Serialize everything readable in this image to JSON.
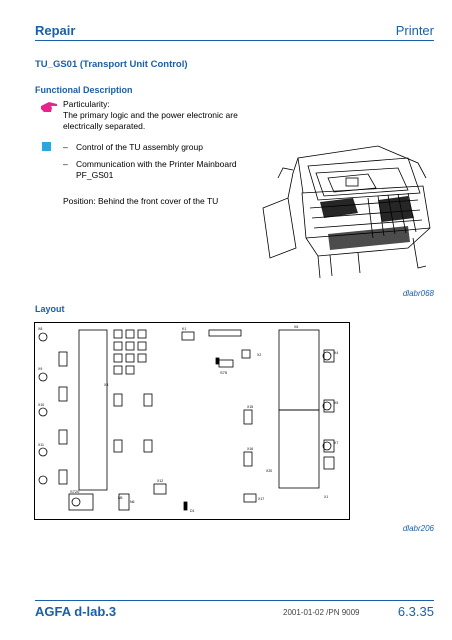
{
  "header": {
    "left": "Repair",
    "right": "Printer"
  },
  "title": "TU_GS01 (Transport Unit Control)",
  "functional_description": {
    "heading": "Functional Description",
    "particularity_label": "Particularity:",
    "particularity_text_1": "The primary logic and the power electronic are",
    "particularity_text_2": "electrically separated."
  },
  "bullets": {
    "item1": "Control of the TU assembly group",
    "item2_line1": "Communication with the Printer Mainboard",
    "item2_line2": "PF_GS01",
    "dash": "–"
  },
  "position_text": "Position: Behind the front cover of the TU",
  "photo_caption": "dlabr068",
  "layout_heading": "Layout",
  "layout_caption": "dlabr206",
  "board_labels": {
    "x8": "X8",
    "x9": "X9",
    "x10": "X10",
    "x11": "X11",
    "x3": "X3",
    "x15": "X15",
    "x16": "X16",
    "x17": "X17",
    "x6": "X6",
    "x4": "X4",
    "x5": "X5",
    "x7": "X7",
    "x1": "X1",
    "x2": "X2",
    "x20": "X20",
    "x12": "X12",
    "s720": "S720",
    "k1": "K1",
    "d1": "D1",
    "n5": "N5",
    "n6": "N6",
    "s75": "S75"
  },
  "footer": {
    "left": "AGFA d-lab.3",
    "middle": "2001-01-02 /PN 9009",
    "right": "6.3.35"
  },
  "colors": {
    "accent": "#1b5fa8",
    "pointer_icon": "#e8238b",
    "square_icon": "#29a8e0"
  }
}
